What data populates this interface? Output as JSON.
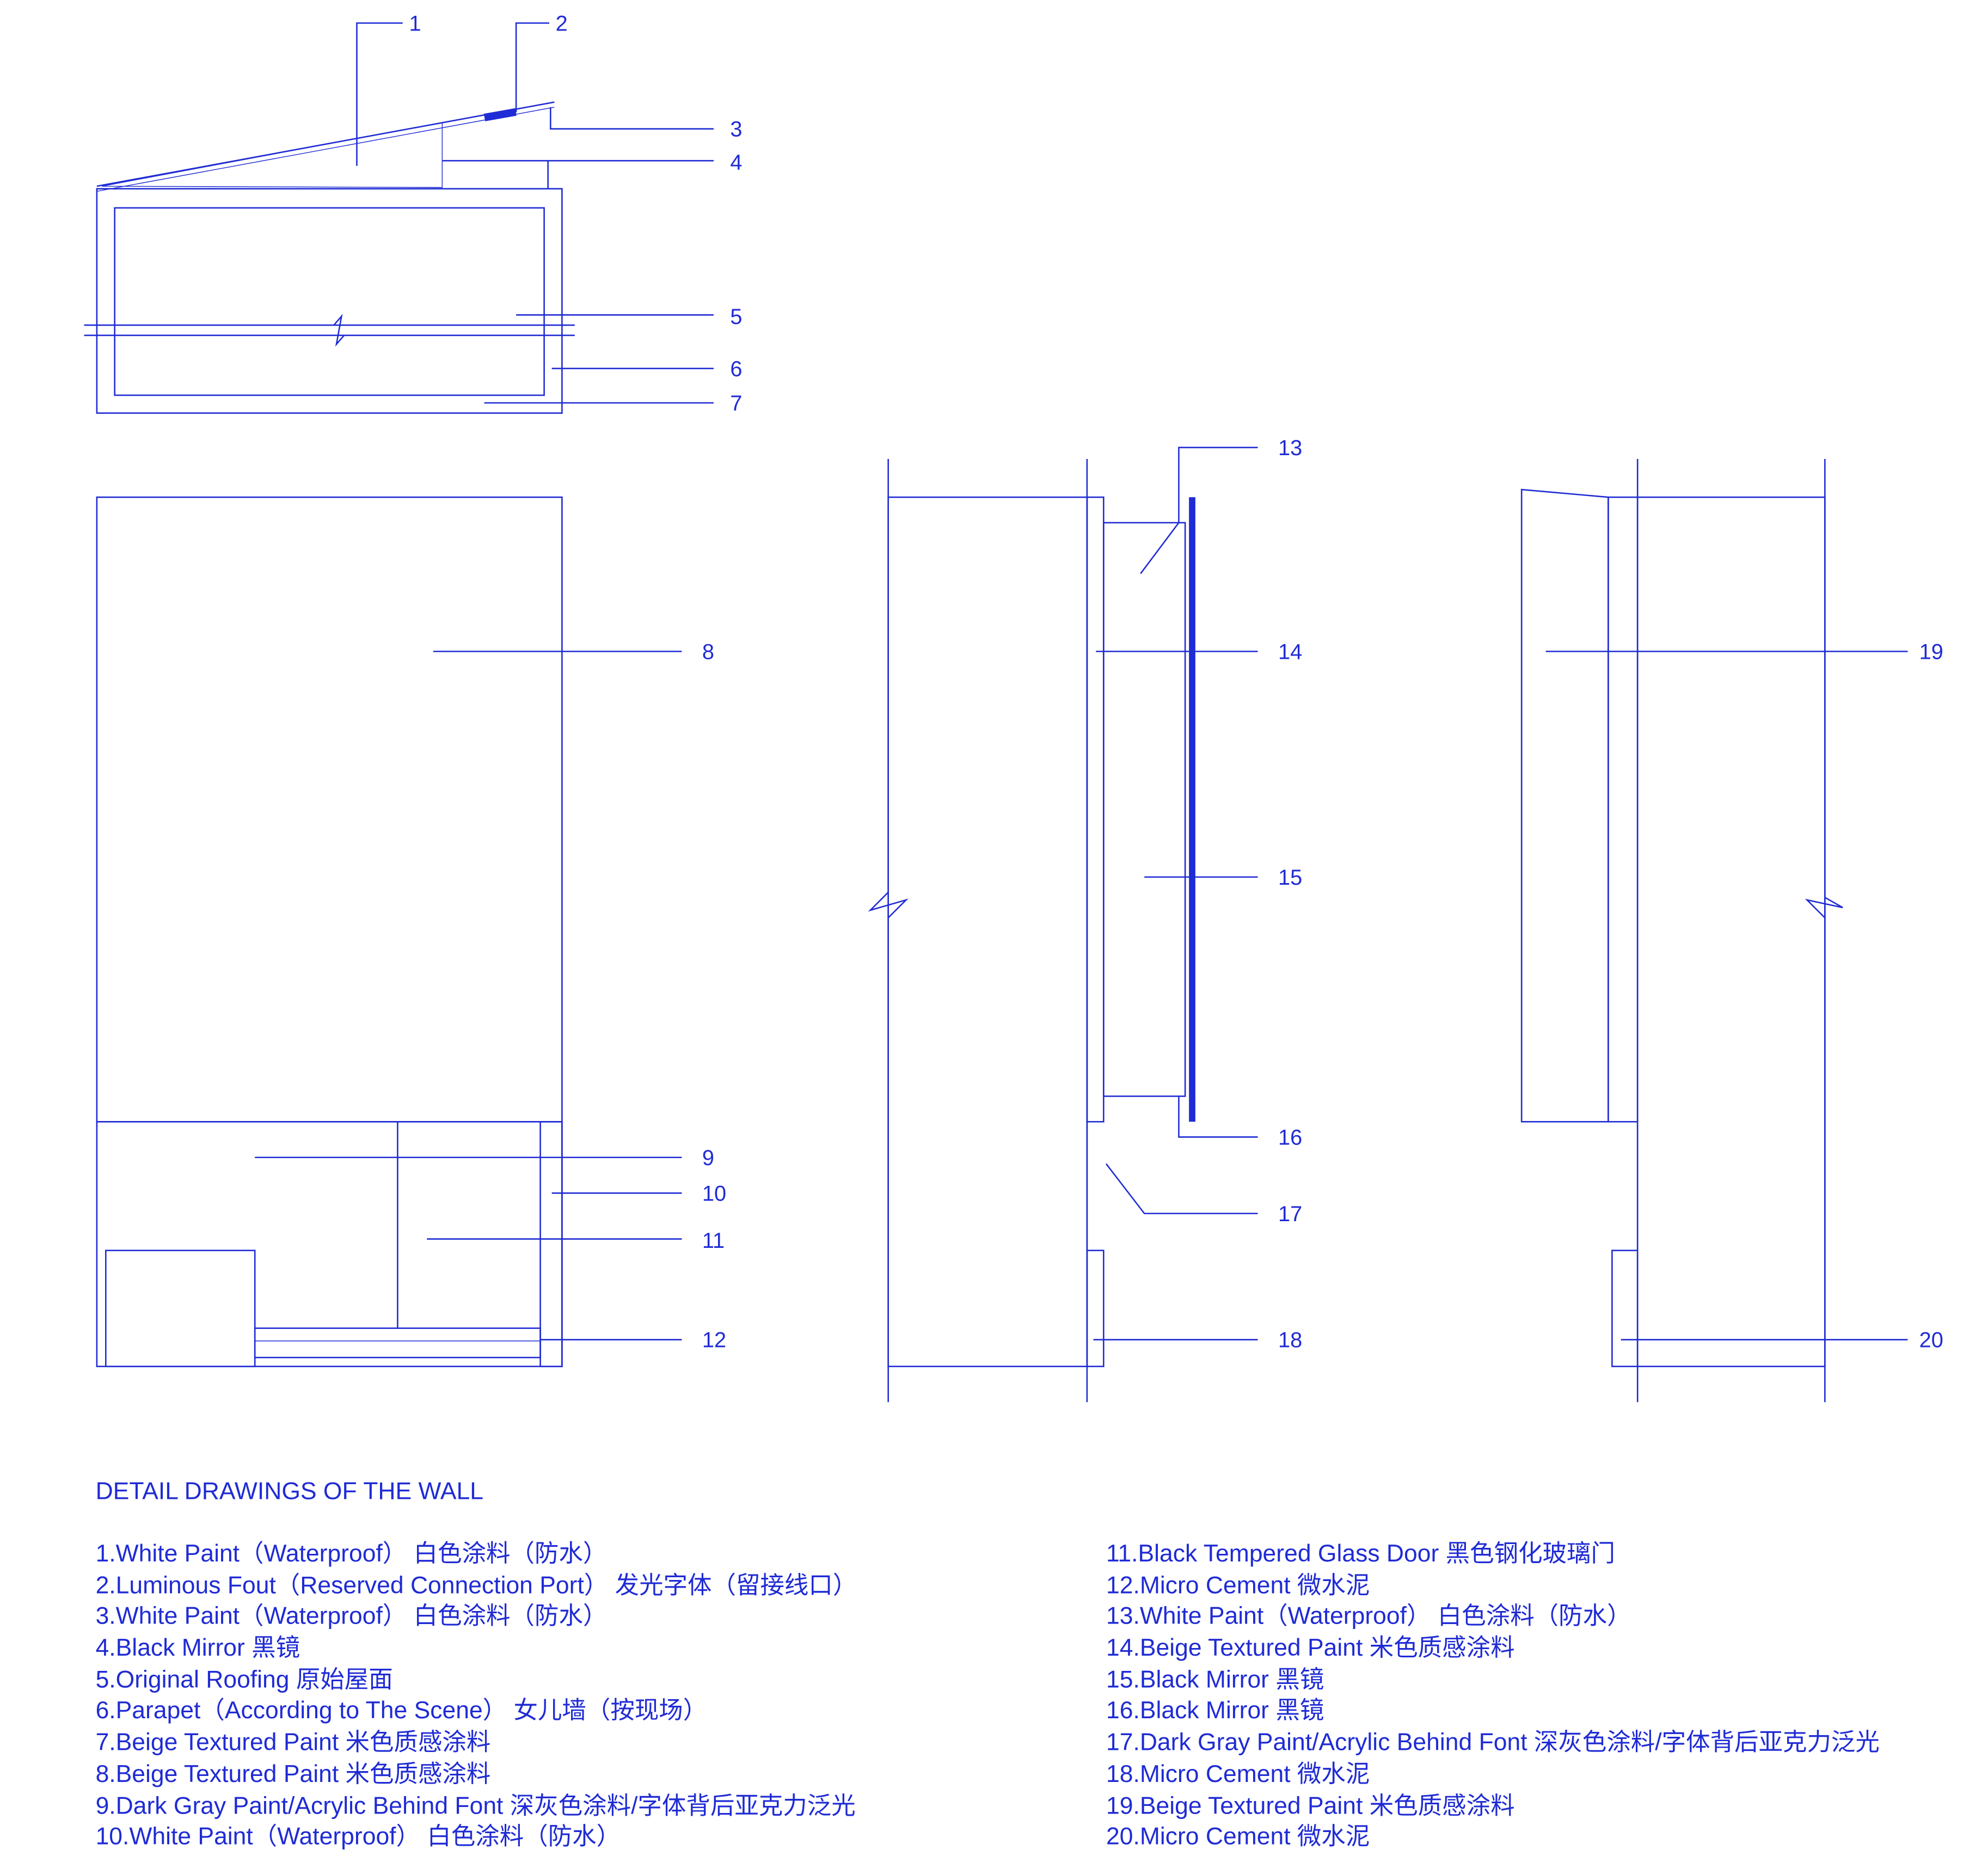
{
  "colors": {
    "ink": "#1f2bd4",
    "background": "#ffffff"
  },
  "callouts": [
    "1",
    "2",
    "3",
    "4",
    "5",
    "6",
    "7",
    "8",
    "9",
    "10",
    "11",
    "12",
    "13",
    "14",
    "15",
    "16",
    "17",
    "18",
    "19",
    "20"
  ],
  "legend": {
    "title": "DETAIL DRAWINGS OF THE WALL",
    "left": [
      "1.White Paint（Waterproof） 白色涂料（防水）",
      "2.Luminous Fout（Reserved Connection Port） 发光字体（留接线口）",
      "3.White Paint（Waterproof） 白色涂料（防水）",
      "4.Black Mirror 黑镜",
      "5.Original Roofing 原始屋面",
      "6.Parapet（According to The Scene） 女儿墙（按现场）",
      "7.Beige Textured Paint 米色质感涂料",
      "8.Beige Textured Paint 米色质感涂料",
      "9.Dark Gray Paint/Acrylic Behind Font 深灰色涂料/字体背后亚克力泛光",
      "10.White Paint（Waterproof） 白色涂料（防水）"
    ],
    "right": [
      "11.Black Tempered Glass Door 黑色钢化玻璃门",
      "12.Micro Cement 微水泥",
      "13.White Paint（Waterproof） 白色涂料（防水）",
      "14.Beige Textured Paint 米色质感涂料",
      "15.Black Mirror 黑镜",
      "16.Black Mirror 黑镜",
      "17.Dark Gray Paint/Acrylic Behind Font 深灰色涂料/字体背后亚克力泛光",
      "18.Micro Cement 微水泥",
      "19.Beige Textured Paint 米色质感涂料",
      "20.Micro Cement 微水泥"
    ]
  }
}
